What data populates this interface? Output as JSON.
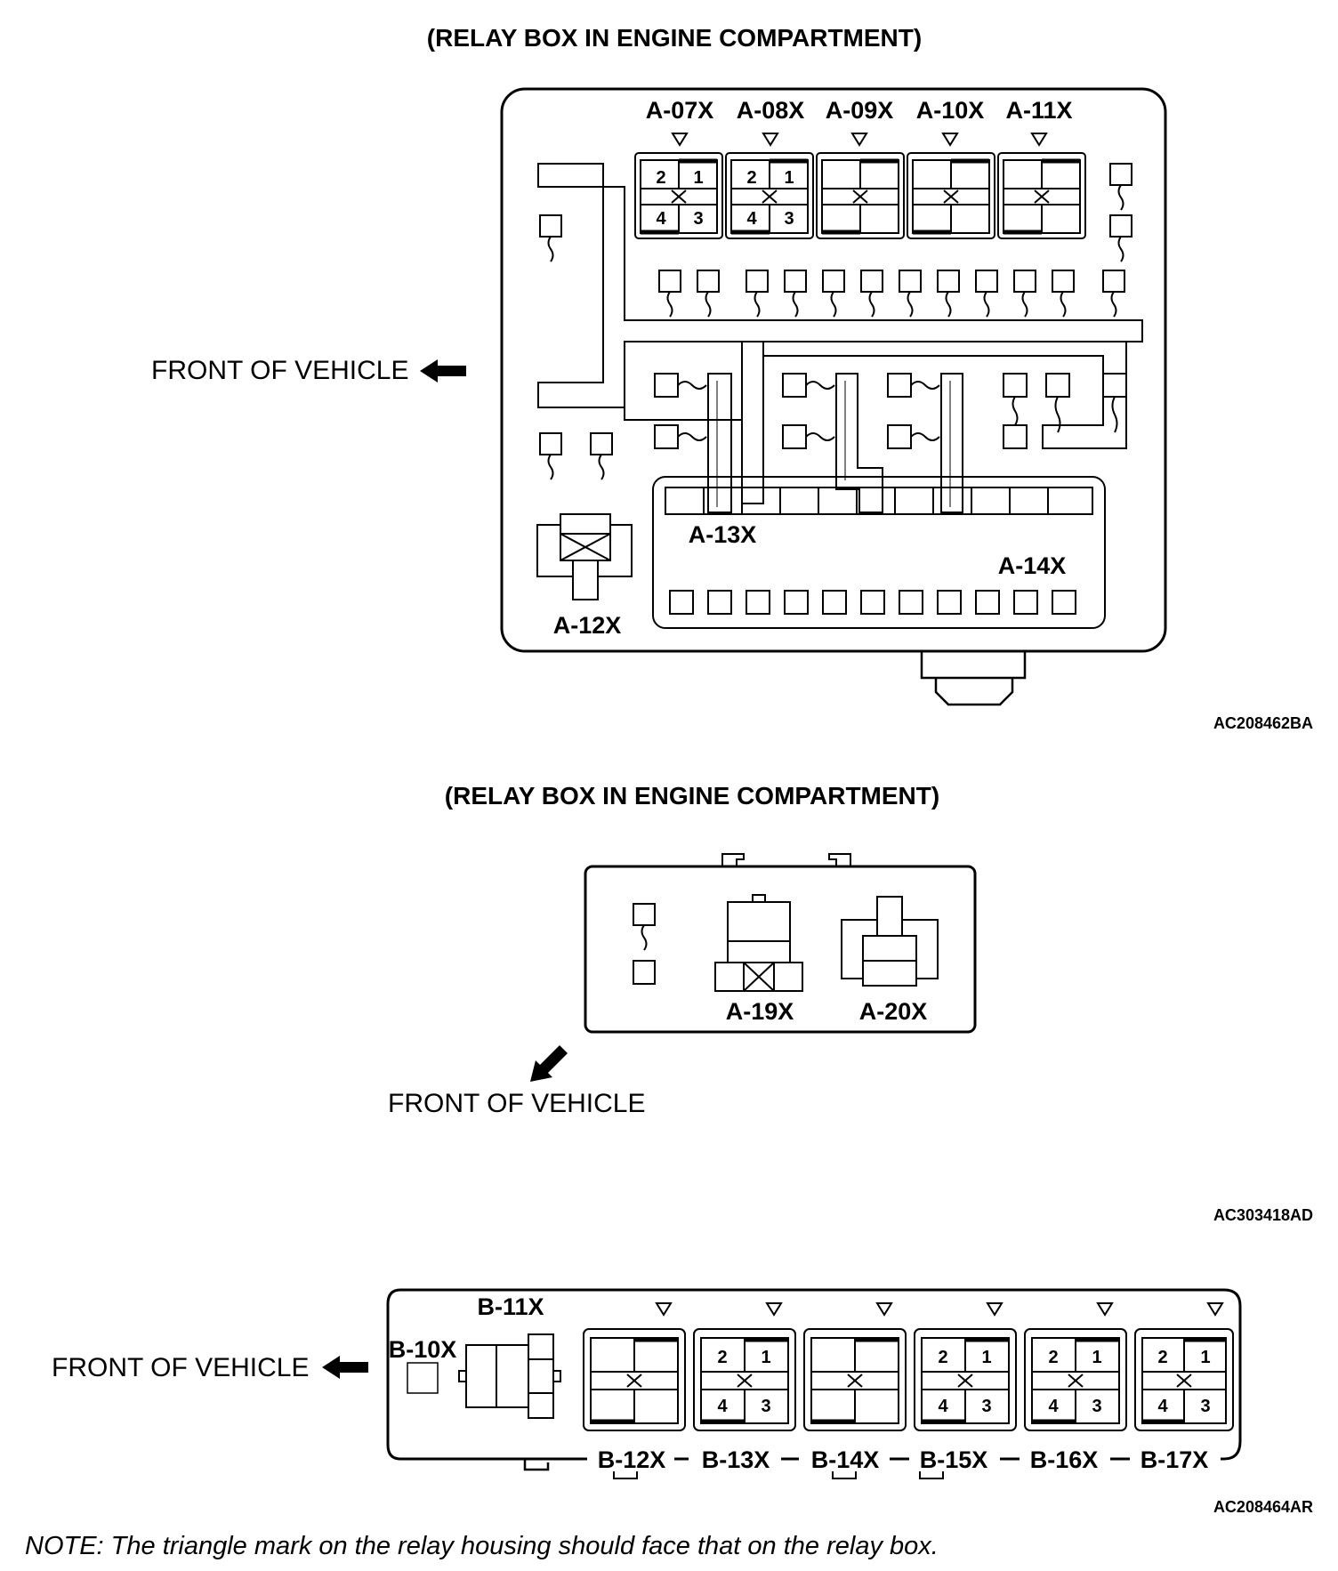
{
  "diagram1": {
    "title": "(RELAY BOX IN ENGINE COMPARTMENT)",
    "front_label": "FRONT OF VEHICLE",
    "figure_code": "AC208462BA",
    "relays_top": [
      "A-07X",
      "A-08X",
      "A-09X",
      "A-10X",
      "A-11X"
    ],
    "relay_a12": "A-12X",
    "relay_a13": "A-13X",
    "relay_a14": "A-14X",
    "pins": [
      "2",
      "1",
      "4",
      "3"
    ]
  },
  "diagram2": {
    "title": "(RELAY BOX IN ENGINE COMPARTMENT)",
    "front_label": "FRONT OF VEHICLE",
    "figure_code": "AC303418AD",
    "relays": [
      "A-19X",
      "A-20X"
    ]
  },
  "diagram3": {
    "front_label": "FRONT OF VEHICLE",
    "figure_code": "AC208464AR",
    "b10": "B-10X",
    "b11": "B-11X",
    "relays": [
      "B-12X",
      "B-13X",
      "B-14X",
      "B-15X",
      "B-16X",
      "B-17X"
    ]
  },
  "note": "NOTE: The triangle mark on the relay housing should face that on the relay box."
}
